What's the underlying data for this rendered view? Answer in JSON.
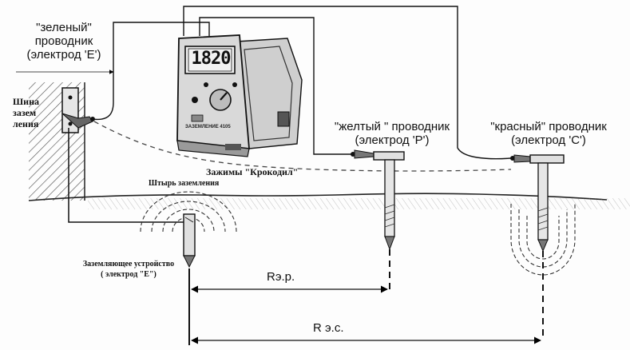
{
  "labels": {
    "green_wire_line1": "\"зеленый\"",
    "green_wire_line2": "проводник",
    "green_wire_line3": "(электрод 'E')",
    "bus_line1": "Шина",
    "bus_line2": "зазем",
    "bus_line3": "ления",
    "yellow_wire_line1": "\"желтый \" проводник",
    "yellow_wire_line2": "(электрод 'P')",
    "red_wire_line1": "\"красный\" проводник",
    "red_wire_line2": "(электрод 'C')",
    "clamps": "Зажимы  \"Крокодил\"",
    "pin": "Штырь заземления",
    "device_line1": "Заземляющее устройство",
    "device_line2": "( электрод \"E\")",
    "r_ep": "Rэ.р.",
    "r_ec": "R э.с."
  },
  "meter": {
    "display": "1820",
    "brand": "ЗАЗЕМЛЕНИЕ 4105"
  }
}
